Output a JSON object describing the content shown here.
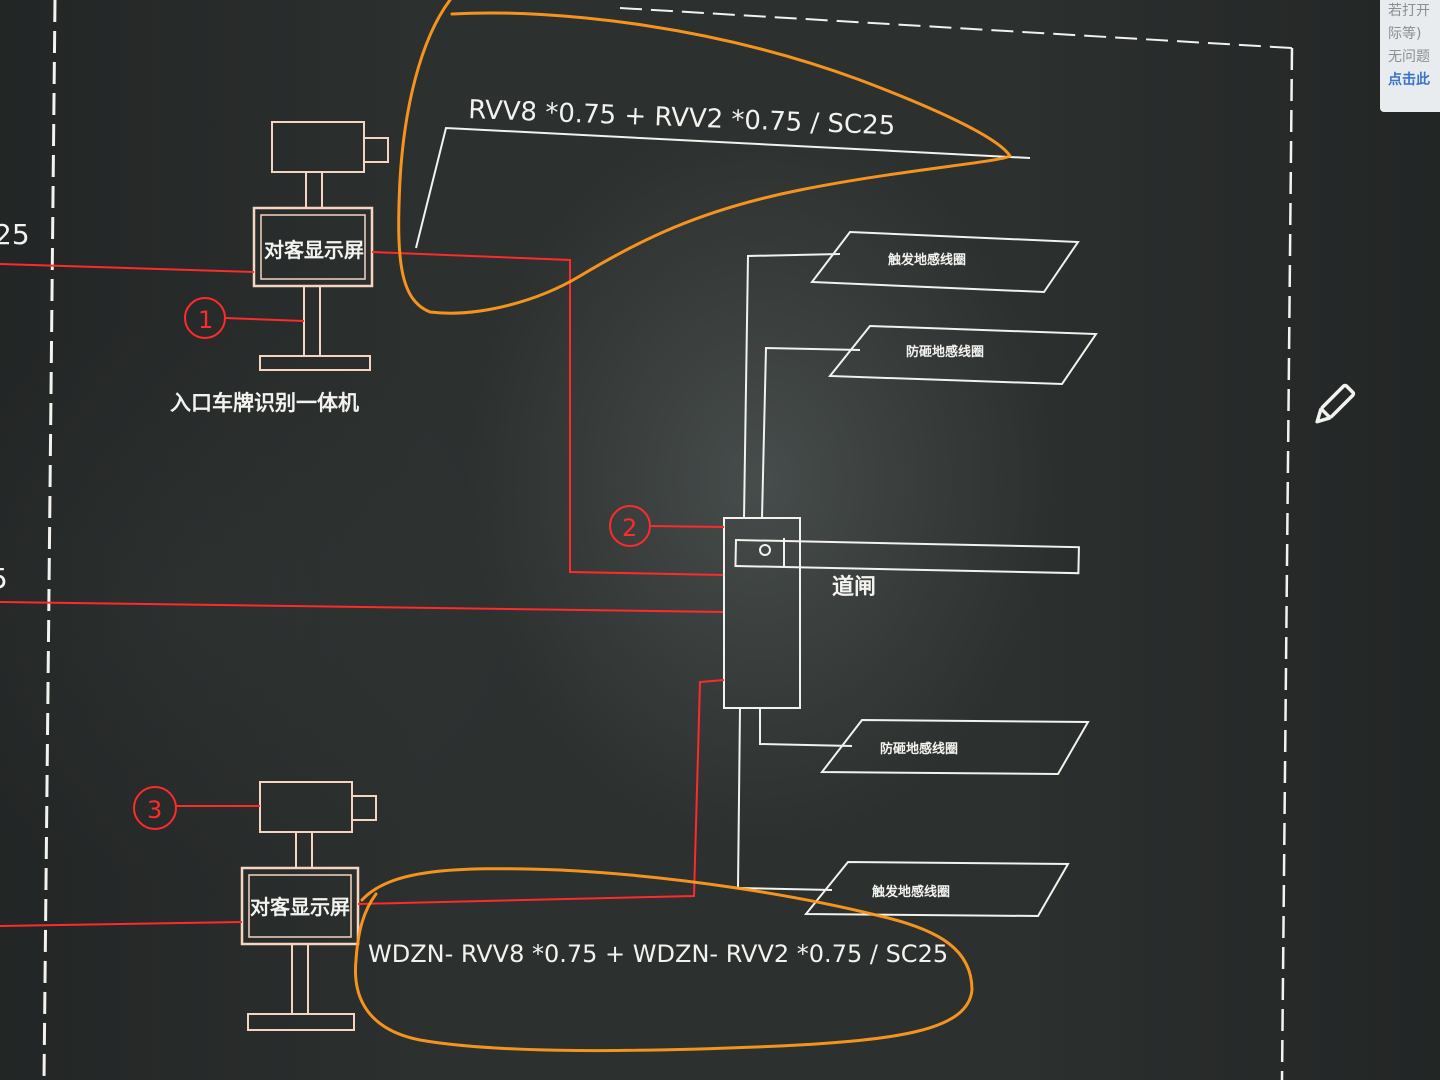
{
  "diagram": {
    "top_device": {
      "display_label": "对客显示屏",
      "caption": "入口车牌识别一体机",
      "marker": "1"
    },
    "top_cable": "RVV8 *0.75 + RVV2 *0.75 / SC25",
    "gate": {
      "label": "道闸",
      "marker": "2"
    },
    "loops": [
      "触发地感线圈",
      "防砸地感线圈",
      "防砸地感线圈",
      "触发地感线圈"
    ],
    "bottom_device": {
      "display_label": "对客显示屏",
      "marker": "3"
    },
    "bottom_cable": "WDZN- RVV8 *0.75 + WDZN- RVV2 *0.75 / SC25",
    "left_edge_fragments": [
      "25",
      "5"
    ]
  },
  "side_panel": {
    "lines": [
      "若打开",
      "际等)",
      "无问题"
    ],
    "link": "点击此"
  },
  "icons": {
    "edit": "pencil-icon"
  },
  "colors": {
    "background": "#2c302f",
    "cad_white": "#f2f2ee",
    "cad_red": "#ff2a2a",
    "highlight_orange": "#ff9a1e"
  }
}
